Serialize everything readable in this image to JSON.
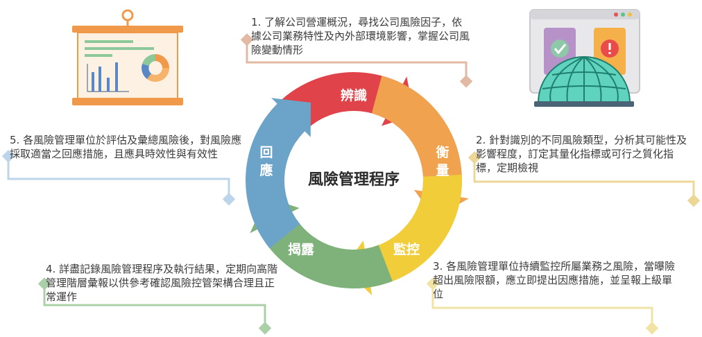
{
  "center_title": "風險管理程序",
  "stages": [
    {
      "label": "辨識",
      "color": "#e0444a"
    },
    {
      "label": "衡量",
      "color": "#f0a24f"
    },
    {
      "label": "監控",
      "color": "#f2cd3a"
    },
    {
      "label": "揭露",
      "color": "#7fb27b"
    },
    {
      "label": "回應",
      "color": "#6ca4c9"
    }
  ],
  "notes": [
    {
      "num": "1.",
      "text": "了解公司營運概況，尋找公司風險因子，依據公司業務特性及內外部環境影響，掌握公司風險變動情形"
    },
    {
      "num": "2.",
      "text": "針對識別的不同風險類型，分析其可能性及影響程度，訂定其量化指標或可行之質化指標，定期檢視"
    },
    {
      "num": "3.",
      "text": "各風險管理單位持續監控所屬業務之風險，當曝險超出風險限額，應立即提出因應措施，並呈報上級單位"
    },
    {
      "num": "4.",
      "text": "詳盡記錄風險管理程序及執行結果，定期向高階管理階層彙報以供參考確認風險控管架構合理且正常運作"
    },
    {
      "num": "5.",
      "text": "各風險管理單位於評估及彙總風險後，對風險應採取適當之回應措施，且應具時效性與有效性"
    }
  ],
  "colors": {
    "note1_line": "#e2b9a3",
    "note2_line": "#ecd797",
    "note3_line": "#f1e3a3",
    "note4_line": "#a9d0a7",
    "note5_line": "#bcd5ea",
    "board_orange": "#f0994a",
    "globe_teal": "#3bbfa8"
  },
  "icons": [
    "presentation-board-icon",
    "bar-chart-icon",
    "donut-chart-icon",
    "browser-window-icon",
    "check-icon",
    "warning-icon",
    "globe-icon"
  ]
}
